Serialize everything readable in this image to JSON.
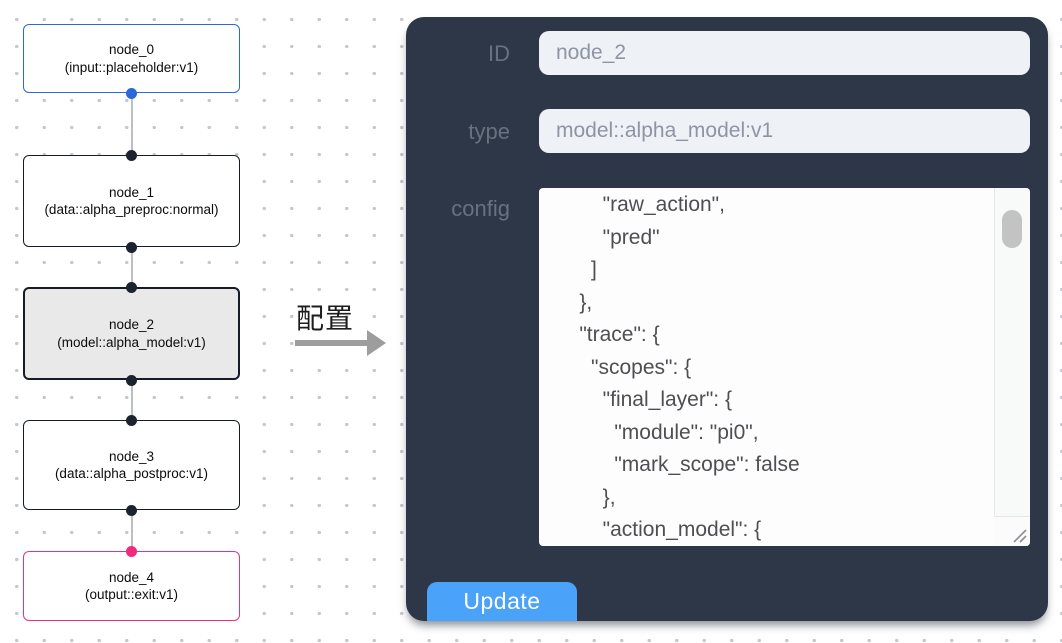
{
  "colors": {
    "input_node_accent": "#2b68d9",
    "default_node_accent": "#151c28",
    "output_node_accent": "#e83380",
    "selected_node_bg": "#e9e9e9",
    "panel_bg": "#2d3748",
    "update_button_bg": "#4aa2f9"
  },
  "flowchart": {
    "nodes": [
      {
        "title": "node_0",
        "subtitle": "(input::placeholder:v1)"
      },
      {
        "title": "node_1",
        "subtitle": "(data::alpha_preproc:normal)"
      },
      {
        "title": "node_2",
        "subtitle": "(model::alpha_model:v1)"
      },
      {
        "title": "node_3",
        "subtitle": "(data::alpha_postproc:v1)"
      },
      {
        "title": "node_4",
        "subtitle": "(output::exit:v1)"
      }
    ]
  },
  "transition": {
    "label": "配置"
  },
  "panel": {
    "id_field": {
      "label": "ID",
      "value": "node_2"
    },
    "type_field": {
      "label": "type",
      "value": "model::alpha_model:v1"
    },
    "config_field": {
      "label": "config",
      "lines": [
        "        \"raw_action\",",
        "        \"pred\"",
        "      ]",
        "    },",
        "    \"trace\": {",
        "      \"scopes\": {",
        "        \"final_layer\": {",
        "          \"module\": \"pi0\",",
        "          \"mark_scope\": false",
        "        },",
        "        \"action_model\": {"
      ]
    },
    "update_button": "Update"
  }
}
